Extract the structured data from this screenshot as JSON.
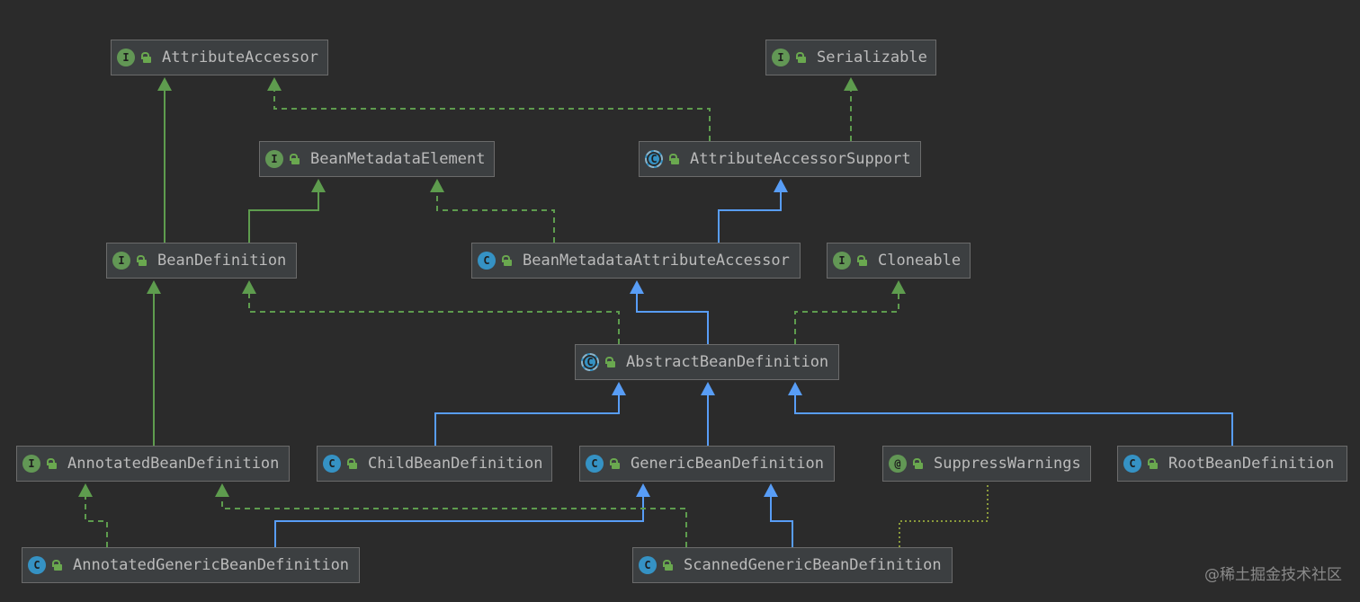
{
  "colors": {
    "background": "#2b2b2b",
    "node_fill": "#3c3f41",
    "node_border": "#6b6b6b",
    "interface_icon": "#629755",
    "class_icon": "#3592c4",
    "extends_line": "#589df6",
    "implements_line": "#5e9c4e",
    "annotation_line": "#8a9a3b",
    "text": "#bbbbbb"
  },
  "nodes": [
    {
      "id": "AttributeAccessor",
      "label": "AttributeAccessor",
      "kind": "interface",
      "icon": "interface-icon",
      "icon_text": "I"
    },
    {
      "id": "Serializable",
      "label": "Serializable",
      "kind": "interface",
      "icon": "interface-icon",
      "icon_text": "I"
    },
    {
      "id": "BeanMetadataElement",
      "label": "BeanMetadataElement",
      "kind": "interface",
      "icon": "interface-icon",
      "icon_text": "I"
    },
    {
      "id": "AttributeAccessorSupport",
      "label": "AttributeAccessorSupport",
      "kind": "abstract",
      "icon": "abstract-class-icon",
      "icon_text": "C"
    },
    {
      "id": "BeanDefinition",
      "label": "BeanDefinition",
      "kind": "interface",
      "icon": "interface-icon",
      "icon_text": "I"
    },
    {
      "id": "BeanMetadataAttributeAccessor",
      "label": "BeanMetadataAttributeAccessor",
      "kind": "class",
      "icon": "class-icon",
      "icon_text": "C"
    },
    {
      "id": "Cloneable",
      "label": "Cloneable",
      "kind": "interface",
      "icon": "interface-icon",
      "icon_text": "I"
    },
    {
      "id": "AbstractBeanDefinition",
      "label": "AbstractBeanDefinition",
      "kind": "abstract",
      "icon": "abstract-class-icon",
      "icon_text": "C"
    },
    {
      "id": "AnnotatedBeanDefinition",
      "label": "AnnotatedBeanDefinition",
      "kind": "interface",
      "icon": "interface-icon",
      "icon_text": "I"
    },
    {
      "id": "ChildBeanDefinition",
      "label": "ChildBeanDefinition",
      "kind": "class",
      "icon": "class-icon",
      "icon_text": "C"
    },
    {
      "id": "GenericBeanDefinition",
      "label": "GenericBeanDefinition",
      "kind": "class",
      "icon": "class-icon",
      "icon_text": "C"
    },
    {
      "id": "SuppressWarnings",
      "label": "SuppressWarnings",
      "kind": "annotation",
      "icon": "annotation-icon",
      "icon_text": "@"
    },
    {
      "id": "RootBeanDefinition",
      "label": "RootBeanDefinition",
      "kind": "class",
      "icon": "class-icon",
      "icon_text": "C"
    },
    {
      "id": "AnnotatedGenericBeanDefinition",
      "label": "AnnotatedGenericBeanDefinition",
      "kind": "class",
      "icon": "class-icon",
      "icon_text": "C"
    },
    {
      "id": "ScannedGenericBeanDefinition",
      "label": "ScannedGenericBeanDefinition",
      "kind": "class",
      "icon": "class-icon",
      "icon_text": "C"
    }
  ],
  "edges": [
    {
      "from": "BeanDefinition",
      "to": "AttributeAccessor",
      "type": "extends-interface"
    },
    {
      "from": "BeanDefinition",
      "to": "BeanMetadataElement",
      "type": "extends-interface"
    },
    {
      "from": "AttributeAccessorSupport",
      "to": "AttributeAccessor",
      "type": "implements"
    },
    {
      "from": "AttributeAccessorSupport",
      "to": "Serializable",
      "type": "implements"
    },
    {
      "from": "BeanMetadataAttributeAccessor",
      "to": "BeanMetadataElement",
      "type": "implements"
    },
    {
      "from": "BeanMetadataAttributeAccessor",
      "to": "AttributeAccessorSupport",
      "type": "extends"
    },
    {
      "from": "AbstractBeanDefinition",
      "to": "BeanDefinition",
      "type": "implements"
    },
    {
      "from": "AbstractBeanDefinition",
      "to": "BeanMetadataAttributeAccessor",
      "type": "extends"
    },
    {
      "from": "AbstractBeanDefinition",
      "to": "Cloneable",
      "type": "implements"
    },
    {
      "from": "AnnotatedBeanDefinition",
      "to": "BeanDefinition",
      "type": "extends-interface"
    },
    {
      "from": "ChildBeanDefinition",
      "to": "AbstractBeanDefinition",
      "type": "extends"
    },
    {
      "from": "GenericBeanDefinition",
      "to": "AbstractBeanDefinition",
      "type": "extends"
    },
    {
      "from": "RootBeanDefinition",
      "to": "AbstractBeanDefinition",
      "type": "extends"
    },
    {
      "from": "AnnotatedGenericBeanDefinition",
      "to": "AnnotatedBeanDefinition",
      "type": "implements"
    },
    {
      "from": "AnnotatedGenericBeanDefinition",
      "to": "GenericBeanDefinition",
      "type": "extends"
    },
    {
      "from": "ScannedGenericBeanDefinition",
      "to": "AnnotatedBeanDefinition",
      "type": "implements"
    },
    {
      "from": "ScannedGenericBeanDefinition",
      "to": "GenericBeanDefinition",
      "type": "extends"
    },
    {
      "from": "ScannedGenericBeanDefinition",
      "to": "SuppressWarnings",
      "type": "annotated-by"
    }
  ],
  "watermark": "@稀土掘金技术社区"
}
